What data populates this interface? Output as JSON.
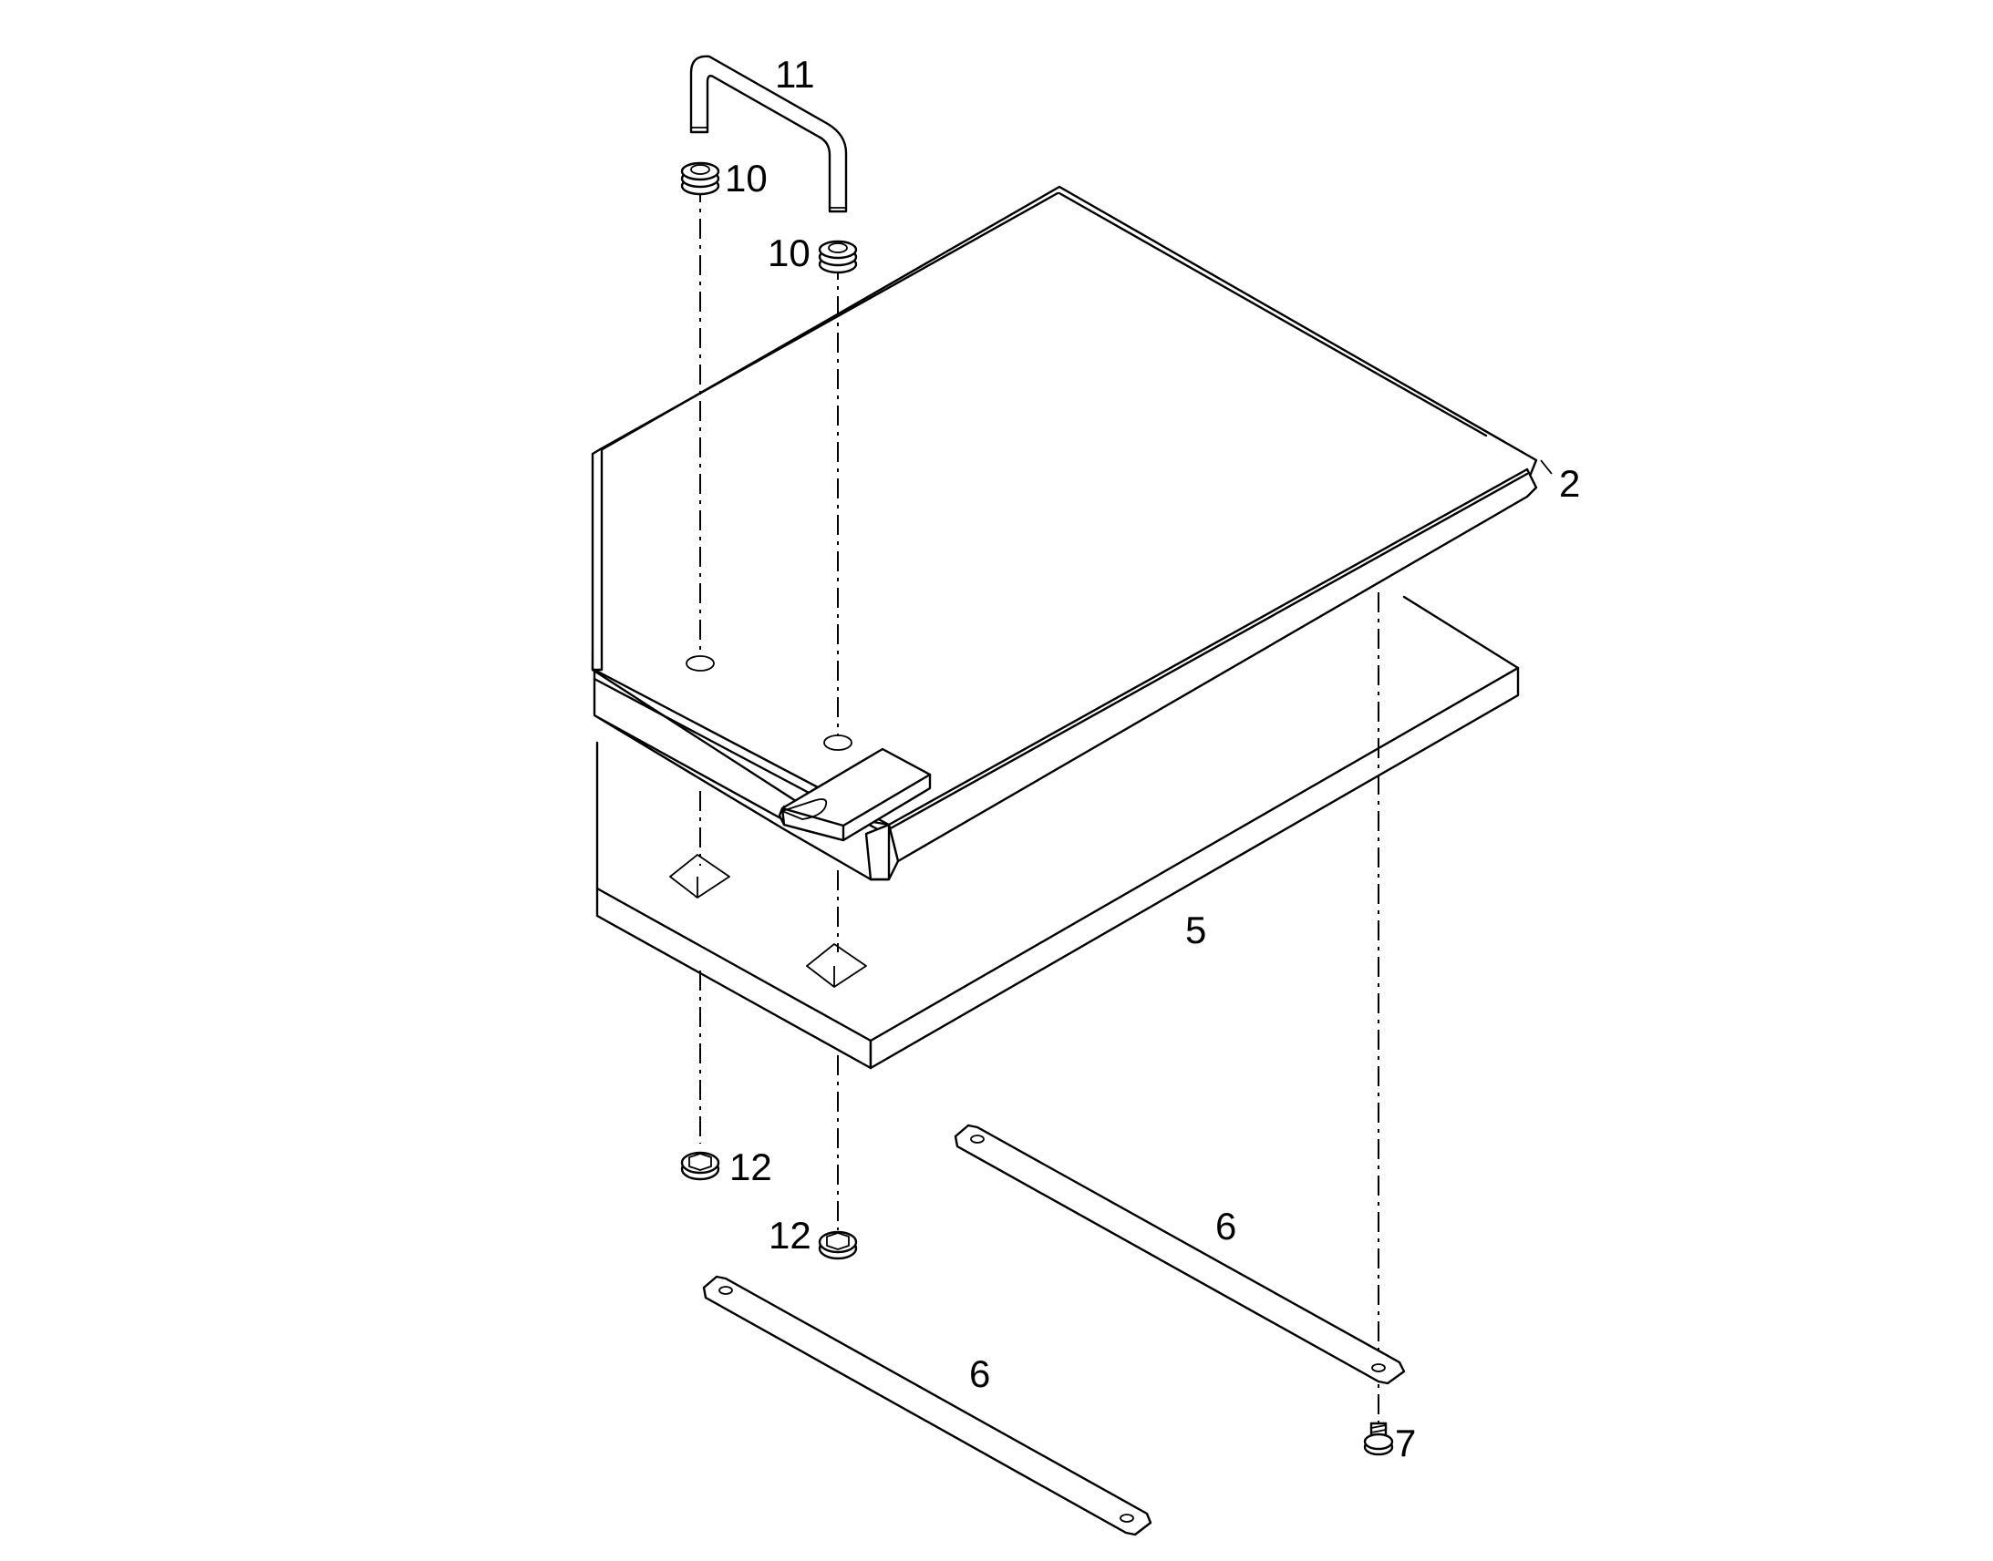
{
  "diagram": {
    "callouts": {
      "handle": "11",
      "grommet_top_left": "10",
      "grommet_top_right": "10",
      "cover_plate": "2",
      "base_plate": "5",
      "strap_right": "6",
      "strap_left": "6",
      "nut_left": "12",
      "nut_right": "12",
      "screw": "7"
    }
  }
}
